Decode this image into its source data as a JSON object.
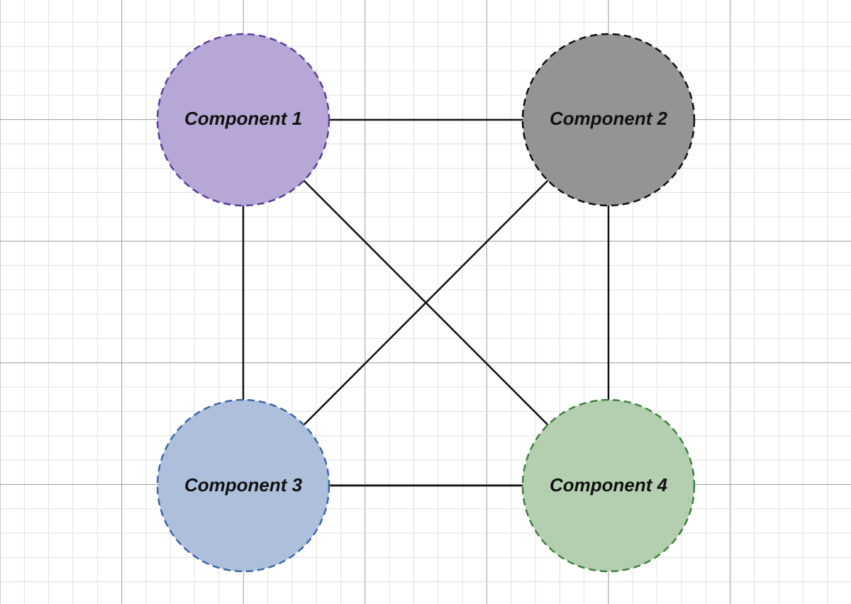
{
  "diagram": {
    "nodes": [
      {
        "id": "c1",
        "label": "Component 1",
        "fill": "#b7a7d6",
        "stroke": "#5b3f9a"
      },
      {
        "id": "c2",
        "label": "Component 2",
        "fill": "#949494",
        "stroke": "#111111"
      },
      {
        "id": "c3",
        "label": "Component 3",
        "fill": "#aebfdc",
        "stroke": "#3b67a8"
      },
      {
        "id": "c4",
        "label": "Component 4",
        "fill": "#b3cfb0",
        "stroke": "#3f7f3f"
      }
    ],
    "edges": [
      {
        "from": "c1",
        "to": "c2"
      },
      {
        "from": "c1",
        "to": "c3"
      },
      {
        "from": "c1",
        "to": "c4"
      },
      {
        "from": "c2",
        "to": "c3"
      },
      {
        "from": "c2",
        "to": "c4"
      },
      {
        "from": "c3",
        "to": "c4"
      }
    ],
    "edge_color": "#111111",
    "grid": true,
    "grid_color_minor": "#d9d9d9",
    "grid_color_major": "#9a9a9a"
  }
}
